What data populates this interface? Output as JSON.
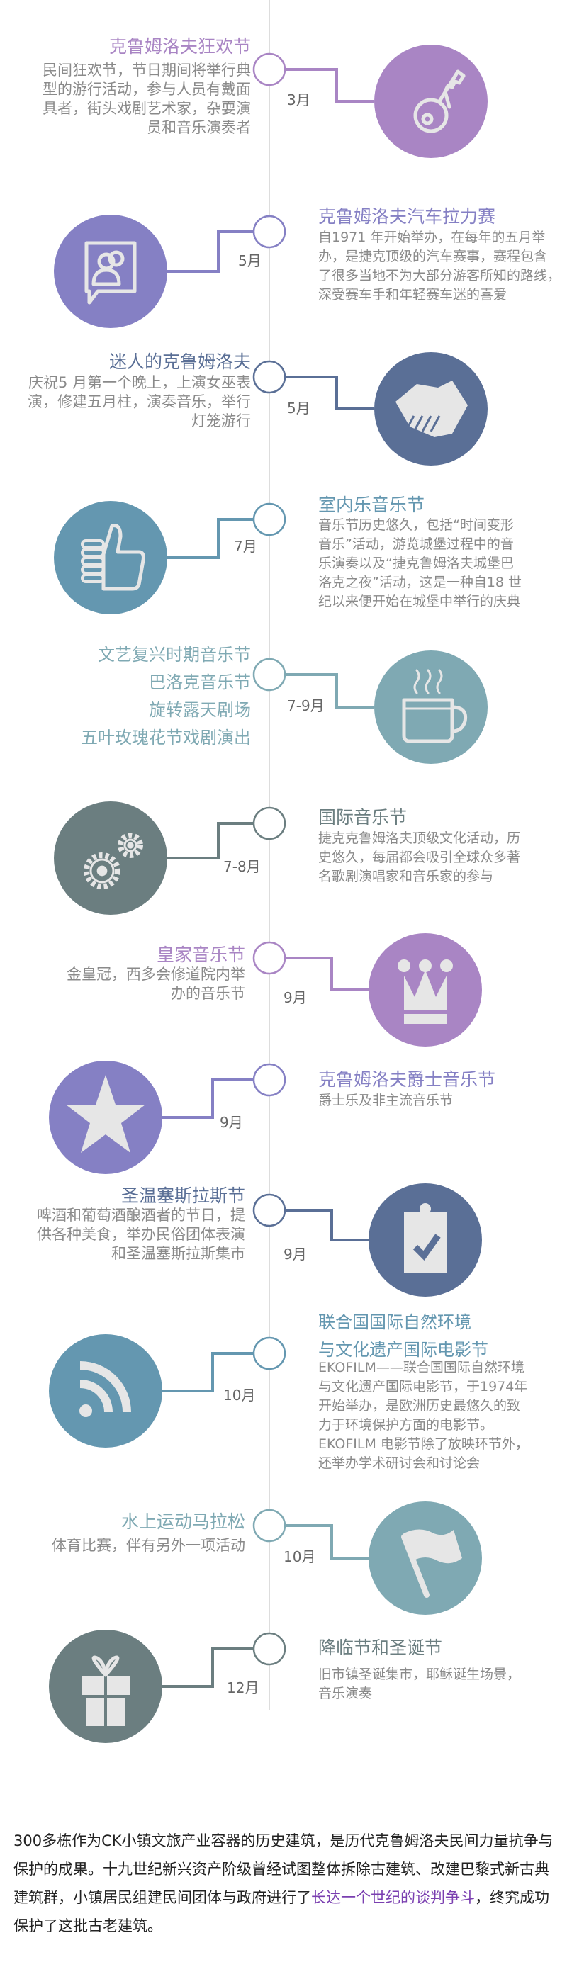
{
  "items": [
    {
      "title": [
        "克鲁姆洛夫狂欢节"
      ],
      "desc": [
        "民间狂欢节，节日期间将举行典",
        "型的游行活动，参与人员有戴面",
        "具者，街头戏剧艺术家，杂耍演",
        "员和音乐演奏者"
      ],
      "month": "3月",
      "color": "#a985c4",
      "icon": "key-icon"
    },
    {
      "title": [
        "克鲁姆洛夫汽车拉力赛"
      ],
      "desc": [
        "自1971 年开始举办，在每年的五月举",
        "办，是捷克顶级的汽车赛事，赛程包含",
        "了很多当地不为大部分游客所知的路线，",
        "深受赛车手和年轻赛车迷的喜爱"
      ],
      "month": "5月",
      "color": "#8580c4",
      "icon": "chat-people-icon"
    },
    {
      "title": [
        "迷人的克鲁姆洛夫"
      ],
      "desc": [
        "庆祝5 月第一个晚上，上演女巫表",
        "演，修建五月柱，演奏音乐，举行",
        "灯笼游行"
      ],
      "month": "5月",
      "color": "#5a6f96",
      "icon": "handshake-icon"
    },
    {
      "title": [
        "室内乐音乐节"
      ],
      "desc": [
        "音乐节历史悠久，包括“时间变形",
        "音乐”活动，游览城堡过程中的音",
        "乐演奏以及“捷克鲁姆洛夫城堡巴",
        "洛克之夜”活动，这是一种自18 世",
        "纪以来便开始在城堡中举行的庆典"
      ],
      "month": "7月",
      "color": "#6497b0",
      "icon": "thumbs-up-icon"
    },
    {
      "title": [
        "文艺复兴时期音乐节",
        "巴洛克音乐节",
        "旋转露天剧场",
        "五叶玫瑰花节戏剧演出"
      ],
      "desc": [],
      "month": "7-9月",
      "color": "#7fa9b3",
      "icon": "coffee-cup-icon"
    },
    {
      "title": [
        "国际音乐节"
      ],
      "desc": [
        "捷克克鲁姆洛夫顶级文化活动，历",
        "史悠久，每届都会吸引全球众多著",
        "名歌剧演唱家和音乐家的参与"
      ],
      "month": "7-8月",
      "color": "#6b7e80",
      "icon": "gears-icon"
    },
    {
      "title": [
        "皇家音乐节"
      ],
      "desc": [
        "金皇冠，西多会修道院内举",
        "办的音乐节"
      ],
      "month": "9月",
      "color": "#a985c4",
      "icon": "crown-icon"
    },
    {
      "title": [
        "克鲁姆洛夫爵士音乐节"
      ],
      "desc": [
        "爵士乐及非主流音乐节"
      ],
      "month": "9月",
      "color": "#8580c4",
      "icon": "star-icon"
    },
    {
      "title": [
        "圣温塞斯拉斯节"
      ],
      "desc": [
        "啤酒和葡萄酒酿酒者的节日，提",
        "供各种美食，举办民俗团体表演",
        "和圣温塞斯拉斯集市"
      ],
      "month": "9月",
      "color": "#5a6f96",
      "icon": "clipboard-check-icon"
    },
    {
      "title": [
        "联合国国际自然环境",
        "与文化遗产国际电影节"
      ],
      "desc": [
        "EKOFILM——联合国国际自然环境",
        "与文化遗产国际电影节，于1974年",
        "开始举办，是欧洲历史最悠久的致",
        "力于环境保护方面的电影节。",
        "EKOFILM 电影节除了放映环节外，",
        "还举办学术研讨会和讨论会"
      ],
      "month": "10月",
      "color": "#6497b0",
      "icon": "rss-icon"
    },
    {
      "title": [
        "水上运动马拉松"
      ],
      "desc": [
        "体育比赛，伴有另外一项活动"
      ],
      "month": "10月",
      "color": "#7fa9b3",
      "icon": "flag-icon"
    },
    {
      "title": [
        "降临节和圣诞节"
      ],
      "desc": [
        "旧市镇圣诞集市，耶稣诞生场景，",
        "音乐演奏"
      ],
      "month": "12月",
      "color": "#6b7e80",
      "icon": "gift-icon"
    }
  ],
  "outro": {
    "text_before": "300多栋作为CK小镇文旅产业容器的历史建筑，是历代克鲁姆洛夫民间力量抗争与保护的成果。十九世纪新兴资产阶级曾经试图整体拆除古建筑、改建巴黎式新古典建筑群，小镇居民组建民间团体与政府进行了",
    "highlight": "长达一个世纪的谈判争斗",
    "text_after": "，终究成功保护了这批古老建筑。",
    "highlight_color": "#7a3fb0"
  },
  "colors": {
    "timeline": "#dddddd",
    "icon_fill": "#e6e6e6",
    "desc_text": "#8a8a8a"
  }
}
